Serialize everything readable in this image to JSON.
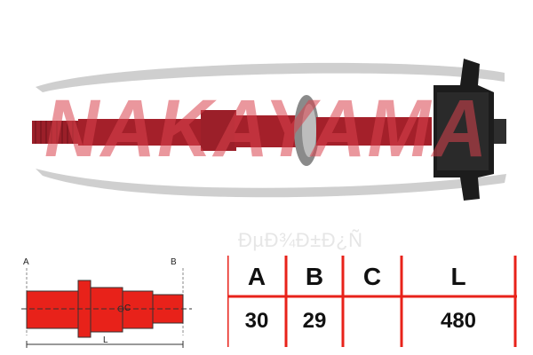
{
  "brand": {
    "logo_text": "NAKAYAMA",
    "watermark": "ÐµÐ¾Ð±Ð¿Ñ"
  },
  "colors": {
    "part_red": "#a4202a",
    "logo_red": "#d9424c",
    "swoosh_grey": "#c9c9c9",
    "flange_black": "#1c1c1c",
    "diagram_red": "#e8221a"
  },
  "diagram": {
    "label_a": "A",
    "label_b": "B",
    "label_c": "C",
    "label_l": "L"
  },
  "spec_table": {
    "headers": [
      "A",
      "B",
      "C",
      "L"
    ],
    "values": [
      "30",
      "29",
      "",
      "480"
    ]
  }
}
